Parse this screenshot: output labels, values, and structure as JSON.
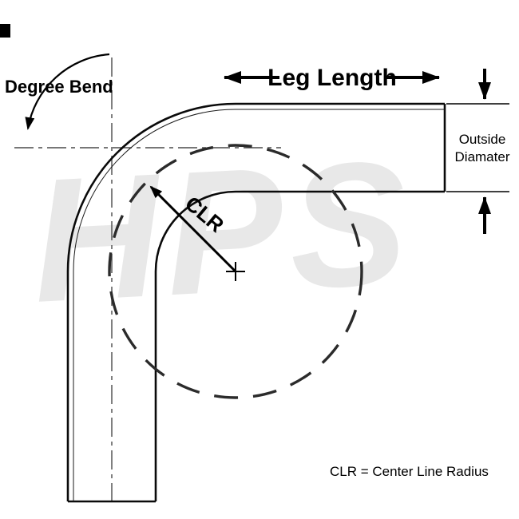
{
  "labels": {
    "degree_bend": "Degree Bend",
    "leg_length": "Leg Length",
    "outside_diameter_line1": "Outside",
    "outside_diameter_line2": "Diamater",
    "clr": "CLR",
    "footnote": "CLR = Center Line Radius"
  },
  "watermark": {
    "text": "HPS"
  },
  "diagram": {
    "bend_angle_degrees": 90,
    "elements": [
      "tube-elbow",
      "centerlines",
      "center-line-radius-circle",
      "leg-length-dimension",
      "outside-diameter-dimension",
      "degree-bend-arc",
      "clr-radius-arrow"
    ]
  },
  "colors": {
    "line": "#000000",
    "centerline": "#4a4a4a",
    "dashed_circle": "#2b2b2b",
    "watermark": "#e8e8e8",
    "background": "#ffffff"
  }
}
